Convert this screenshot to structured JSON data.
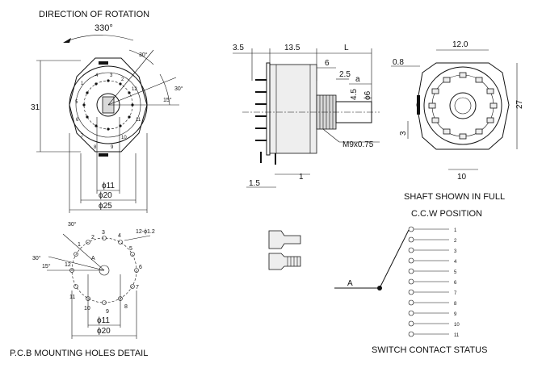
{
  "labels": {
    "direction_title": "DIRECTION OF ROTATION",
    "angle_330": "330°",
    "angle_30a": "30°",
    "angle_30b": "30°",
    "angle_15a": "15°",
    "dim_31": "31",
    "dim_phi11": "ϕ11",
    "dim_phi20": "ϕ20",
    "dim_phi25": "ϕ25",
    "dim_3_5": "3.5",
    "dim_13_5": "13.5",
    "dim_L": "L",
    "dim_6": "6",
    "dim_2_5": "2.5",
    "dim_a": "a",
    "dim_4_5": "4.5",
    "dim_phi6": "ϕ6",
    "thread": "M9x0.75",
    "dim_1": "1",
    "dim_1_5": "1.5",
    "dim_12_0": "12.0",
    "dim_0_8": "0.8",
    "dim_27": "27",
    "dim_3": "3",
    "dim_10": "10",
    "shaft_title_1": "SHAFT SHOWN IN FULL",
    "shaft_title_2": "C.C.W POSITION",
    "pcb_hole": "12-ϕ1.2",
    "angle_30c": "30°",
    "angle_30d": "30°",
    "angle_15b": "15°",
    "pcb_phi11": "ϕ11",
    "pcb_phi20": "ϕ20",
    "pcb_title": "P.C.B  MOUNTING  HOLES  DETAIL",
    "common": "A",
    "switch_title": "SWITCH CONTACT STATUS",
    "pcb_A": "A"
  },
  "contacts": [
    "1",
    "2",
    "3",
    "4",
    "5",
    "6",
    "7",
    "8",
    "9",
    "10",
    "11"
  ],
  "pcb_holes": [
    "1",
    "2",
    "3",
    "4",
    "5",
    "6",
    "7",
    "8",
    "9",
    "10",
    "11",
    "12"
  ],
  "rotor_numbers": [
    "1",
    "2",
    "3",
    "4",
    "5",
    "6",
    "7",
    "8",
    "9",
    "10",
    "11",
    "12"
  ]
}
